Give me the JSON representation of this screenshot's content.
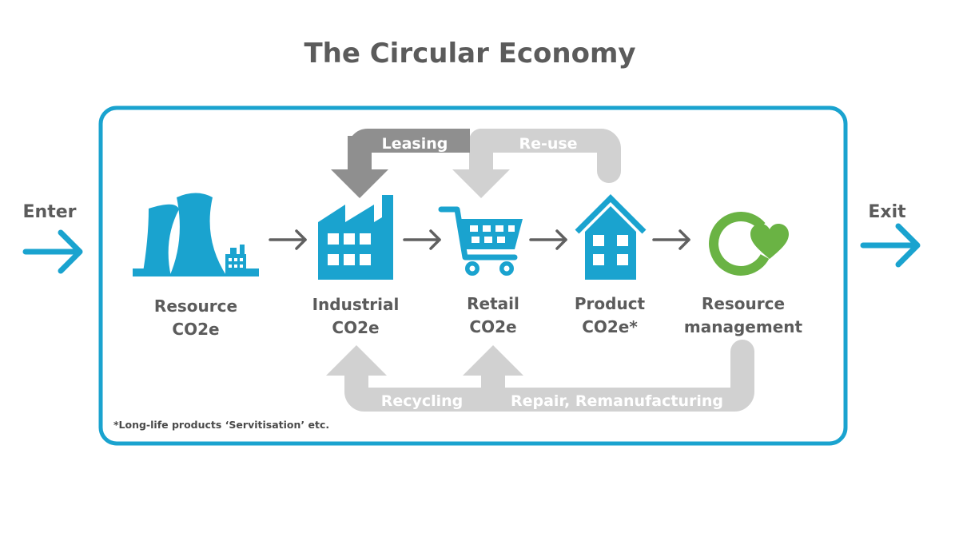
{
  "title": "The Circular Economy",
  "enter_label": "Enter",
  "exit_label": "Exit",
  "stages": [
    {
      "line1": "Resource",
      "line2": "CO2e",
      "icon": "power-plant-icon"
    },
    {
      "line1": "Industrial",
      "line2": "CO2e",
      "icon": "factory-icon"
    },
    {
      "line1": "Retail",
      "line2": "CO2e",
      "icon": "shopping-cart-icon"
    },
    {
      "line1": "Product",
      "line2": "CO2e*",
      "icon": "house-icon"
    },
    {
      "line1": "Resource",
      "line2": "management",
      "icon": "recycle-heart-icon"
    }
  ],
  "loops": {
    "leasing": "Leasing",
    "reuse": "Re-use",
    "recycling": "Recycling",
    "repair": "Repair, Remanufacturing"
  },
  "footnote": "*Long-life products ‘Servitisation’ etc.",
  "colors": {
    "blue": "#1aa3cf",
    "green": "#6ab344",
    "dark_gray": "#8f8f8f",
    "light_gray": "#d1d1d1",
    "text": "#5b5b5b"
  }
}
